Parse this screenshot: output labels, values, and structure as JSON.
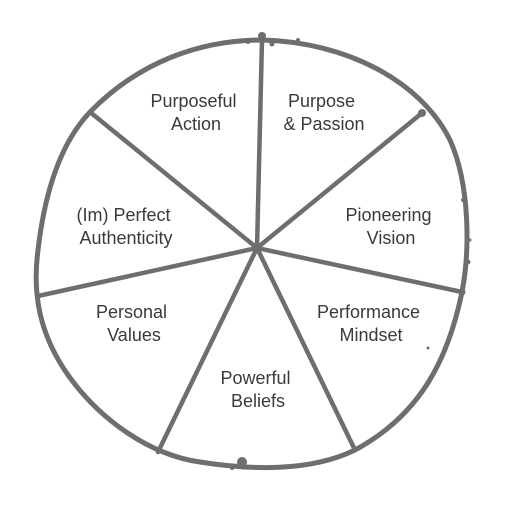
{
  "segments": [
    {
      "id": "purposeful-action",
      "lines": [
        "Purposeful",
        "Action"
      ]
    },
    {
      "id": "purpose-passion",
      "lines": [
        "Purpose",
        "& Passion"
      ]
    },
    {
      "id": "pioneering-vision",
      "lines": [
        "Pioneering",
        "Vision"
      ]
    },
    {
      "id": "performance-mindset",
      "lines": [
        "Performance",
        "Mindset"
      ]
    },
    {
      "id": "powerful-beliefs",
      "lines": [
        "Powerful",
        "Beliefs"
      ]
    },
    {
      "id": "personal-values",
      "lines": [
        "Personal",
        "Values"
      ]
    },
    {
      "id": "im-perfect-authenticity",
      "lines": [
        "(Im) Perfect",
        "Authenticity"
      ]
    }
  ],
  "colors": {
    "stroke": "#6e6e6e",
    "text": "#3a3a3a",
    "background": "#ffffff"
  }
}
